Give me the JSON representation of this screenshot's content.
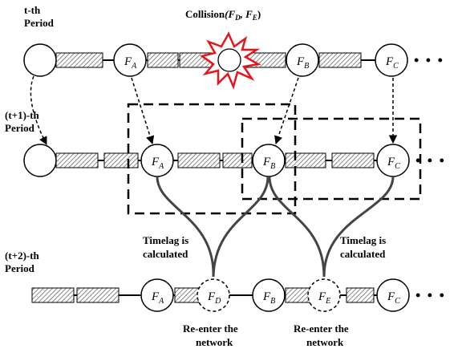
{
  "periods": {
    "t": {
      "line1": "t-th",
      "line2": "Period"
    },
    "t1": {
      "line1": "(t+1)-th",
      "line2": "Period"
    },
    "t2": {
      "line1": "(t+2)-th",
      "line2": "Period"
    }
  },
  "collision": {
    "label": "Collision",
    "params": "(F",
    "sub1": "D",
    "mid": ", F",
    "sub2": "E",
    "end": ")"
  },
  "nodes": {
    "FA": {
      "base": "F",
      "sub": "A"
    },
    "FB": {
      "base": "F",
      "sub": "B"
    },
    "FC": {
      "base": "F",
      "sub": "C"
    },
    "FD": {
      "base": "F",
      "sub": "D"
    },
    "FE": {
      "base": "F",
      "sub": "E"
    }
  },
  "timelag": {
    "line1": "Timelag is",
    "line2": "calculated"
  },
  "reenter": {
    "line1": "Re-enter the",
    "line2": "network"
  },
  "ellipsis": "• • •"
}
